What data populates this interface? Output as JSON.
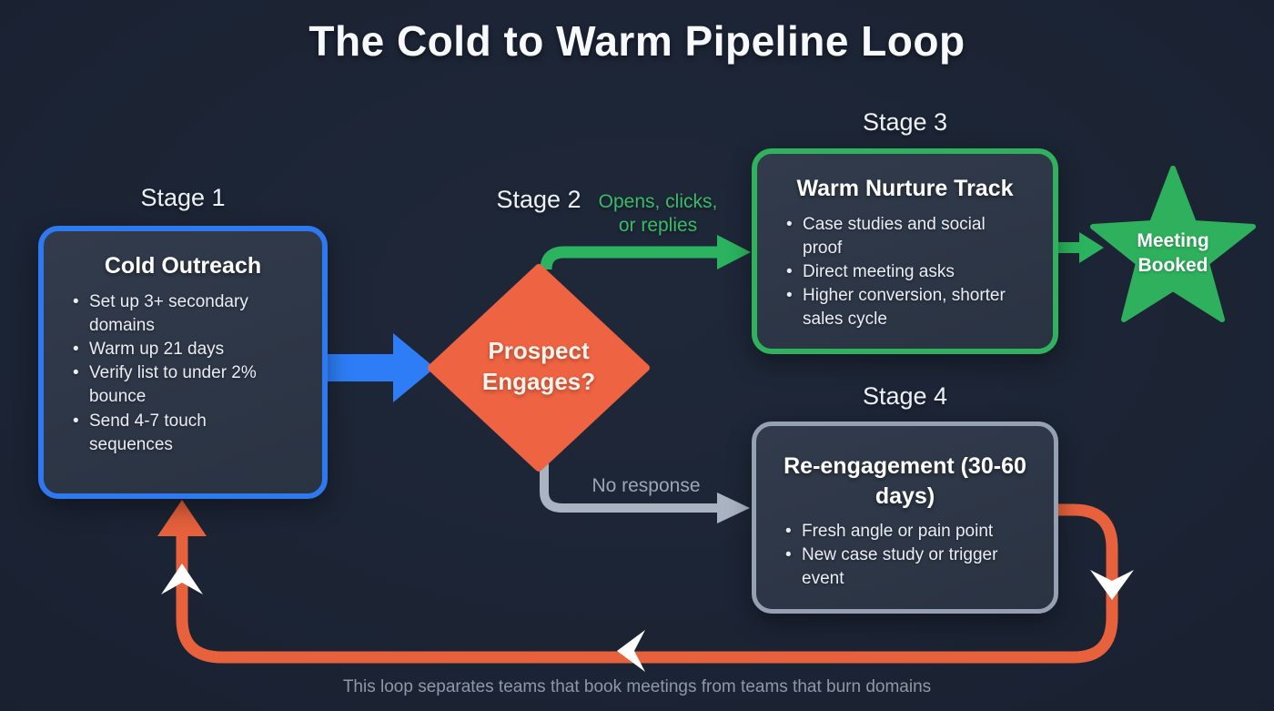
{
  "title": "The Cold to Warm Pipeline Loop",
  "stage1": {
    "label": "Stage 1",
    "heading": "Cold Outreach",
    "bullets": [
      "Set up 3+ secondary domains",
      "Warm up 21 days",
      "Verify list to under 2% bounce",
      "Send 4-7 touch sequences"
    ]
  },
  "stage2": {
    "label": "Stage 2",
    "question": "Prospect Engages?",
    "yes_path_label": "Opens, clicks, or replies",
    "no_path_label": "No response"
  },
  "stage3": {
    "label": "Stage 3",
    "heading": "Warm Nurture Track",
    "bullets": [
      "Case studies and social proof",
      "Direct meeting asks",
      "Higher conversion, shorter sales cycle"
    ]
  },
  "stage4": {
    "label": "Stage 4",
    "heading": "Re-engagement (30-60 days)",
    "bullets": [
      "Fresh angle or pain point",
      "New case study or trigger event"
    ]
  },
  "outcome": {
    "label": "Meeting Booked"
  },
  "footer": "This loop separates teams that book meetings from teams that burn domains",
  "colors": {
    "background": "#1a2232",
    "stage1_border": "#2e79ef",
    "stage3_border": "#2fb15d",
    "stage4_border": "#95a1b3",
    "blue_arrow": "#2e7df6",
    "green_arrow": "#2bb35f",
    "gray_arrow": "#a9b3c2",
    "diamond_fill": "#ee6342",
    "loop_arrow": "#e7613c",
    "star_fill": "#2eb05c"
  }
}
